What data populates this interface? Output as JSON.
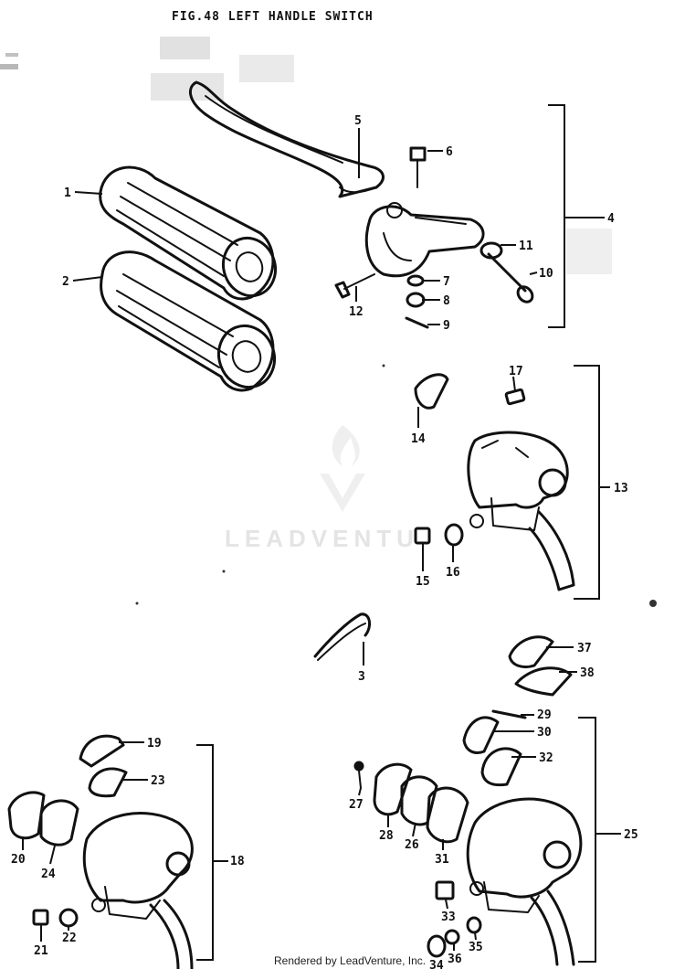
{
  "figure": {
    "title": "FIG.48  LEFT HANDLE SWITCH"
  },
  "watermark": {
    "text": "LEADVENTU",
    "logo_icon": "flame-v-logo-icon"
  },
  "footer": {
    "text": "Rendered by LeadVenture, Inc."
  },
  "callouts": [
    "1",
    "2",
    "3",
    "4",
    "5",
    "6",
    "7",
    "8",
    "9",
    "10",
    "11",
    "12",
    "13",
    "14",
    "15",
    "16",
    "17",
    "3",
    "18",
    "19",
    "20",
    "21",
    "22",
    "23",
    "24",
    "25",
    "26",
    "27",
    "28",
    "29",
    "30",
    "31",
    "32",
    "33",
    "35",
    "36",
    "34",
    "37",
    "38"
  ],
  "groups": {
    "g4": "4",
    "g13": "13",
    "g18": "18",
    "g25": "25"
  }
}
